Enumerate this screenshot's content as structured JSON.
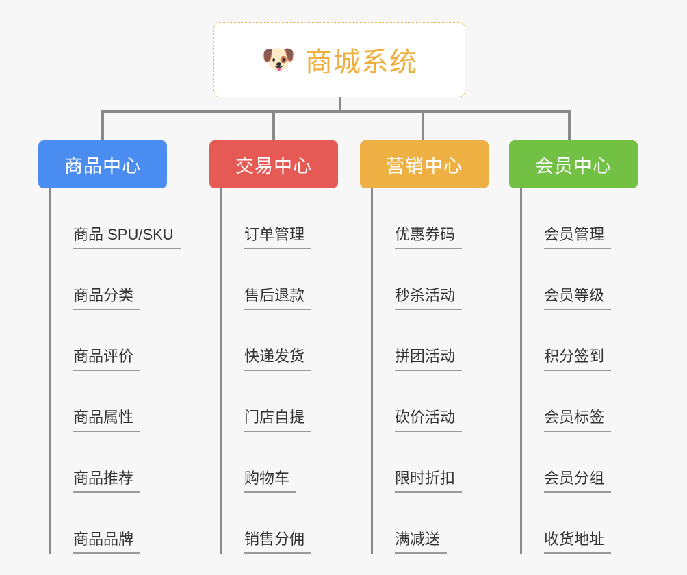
{
  "diagram": {
    "background_color": "#f7f7f7",
    "root": {
      "icon": "shiba-dog-face",
      "icon_glyph": "🐶",
      "title": "商城系统",
      "border_color": "#e9b44c",
      "text_color": "#efaf3e",
      "fill_color": "#ffffff"
    },
    "connector_color": "#8a8a8a",
    "columns": [
      {
        "header": "商品中心",
        "color": "#4a8cf0",
        "items": [
          "商品 SPU/SKU",
          "商品分类",
          "商品评价",
          "商品属性",
          "商品推荐",
          "商品品牌"
        ]
      },
      {
        "header": "交易中心",
        "color": "#e55a55",
        "items": [
          "订单管理",
          "售后退款",
          "快递发货",
          "门店自提",
          "购物车",
          "销售分佣"
        ]
      },
      {
        "header": "营销中心",
        "color": "#eeb043",
        "items": [
          "优惠券码",
          "秒杀活动",
          "拼团活动",
          "砍价活动",
          "限时折扣",
          "满减送"
        ]
      },
      {
        "header": "会员中心",
        "color": "#72c044",
        "items": [
          "会员管理",
          "会员等级",
          "积分签到",
          "会员标签",
          "会员分组",
          "收货地址"
        ]
      }
    ]
  }
}
